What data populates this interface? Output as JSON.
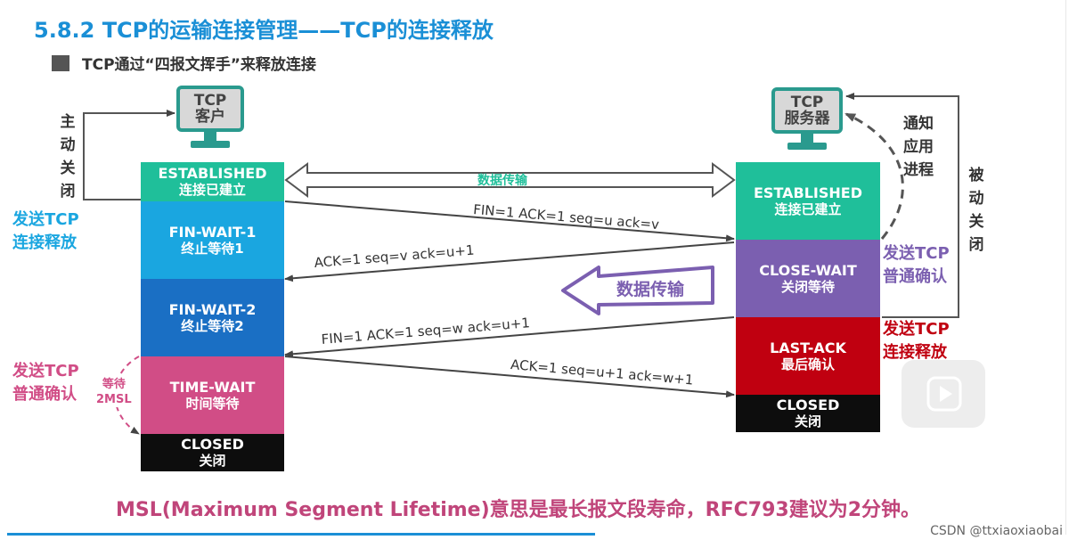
{
  "title": "5.8.2 TCP的运输连接管理——TCP的连接释放",
  "subtitle": "TCP通过“四报文挥手”来释放连接",
  "client": {
    "name_line1": "TCP",
    "name_line2": "客户",
    "active_close": [
      "主",
      "动",
      "关",
      "闭"
    ],
    "send_release_line1": "发送TCP",
    "send_release_line2": "连接释放",
    "send_ack_line1": "发送TCP",
    "send_ack_line2": "普通确认",
    "wait_line1": "等待",
    "wait_line2": "2MSL",
    "states": [
      {
        "en": "ESTABLISHED",
        "cn": "连接已建立",
        "color": "#1fbf9a"
      },
      {
        "en": "FIN-WAIT-1",
        "cn": "终止等待1",
        "color": "#1aa6e0"
      },
      {
        "en": "FIN-WAIT-2",
        "cn": "终止等待2",
        "color": "#1a6fc4"
      },
      {
        "en": "TIME-WAIT",
        "cn": "时间等待",
        "color": "#d14d86"
      },
      {
        "en": "CLOSED",
        "cn": "关闭",
        "color": "#0d0d0d"
      }
    ]
  },
  "server": {
    "name_line1": "TCP",
    "name_line2": "服务器",
    "notify": [
      "通知",
      "应用",
      "进程"
    ],
    "passive_close": [
      "被",
      "动",
      "关",
      "闭"
    ],
    "send_ack_line1": "发送TCP",
    "send_ack_line2": "普通确认",
    "send_release_line1": "发送TCP",
    "send_release_line2": "连接释放",
    "states": [
      {
        "en": "ESTABLISHED",
        "cn": "连接已建立",
        "color": "#1fbf9a"
      },
      {
        "en": "CLOSE-WAIT",
        "cn": "关闭等待",
        "color": "#7b5fb0"
      },
      {
        "en": "LAST-ACK",
        "cn": "最后确认",
        "color": "#c00010"
      },
      {
        "en": "CLOSED",
        "cn": "关闭",
        "color": "#0d0d0d"
      }
    ]
  },
  "messages": {
    "data_transfer": "数据传输",
    "data_transfer_big": "数据传输",
    "fin1": "FIN=1   ACK=1   seq=u   ack=v",
    "ack1": "ACK=1    seq=v    ack=u+1",
    "fin2": "FIN=1    ACK=1     seq=w    ack=u+1",
    "ack2": "ACK=1   seq=u+1   ack=w+1"
  },
  "footer": "MSL(Maximum Segment Lifetime)意思是最长报文段寿命，RFC793建议为2分钟。",
  "watermark": "CSDN @ttxiaoxiaobai",
  "play_icon": "play-icon"
}
